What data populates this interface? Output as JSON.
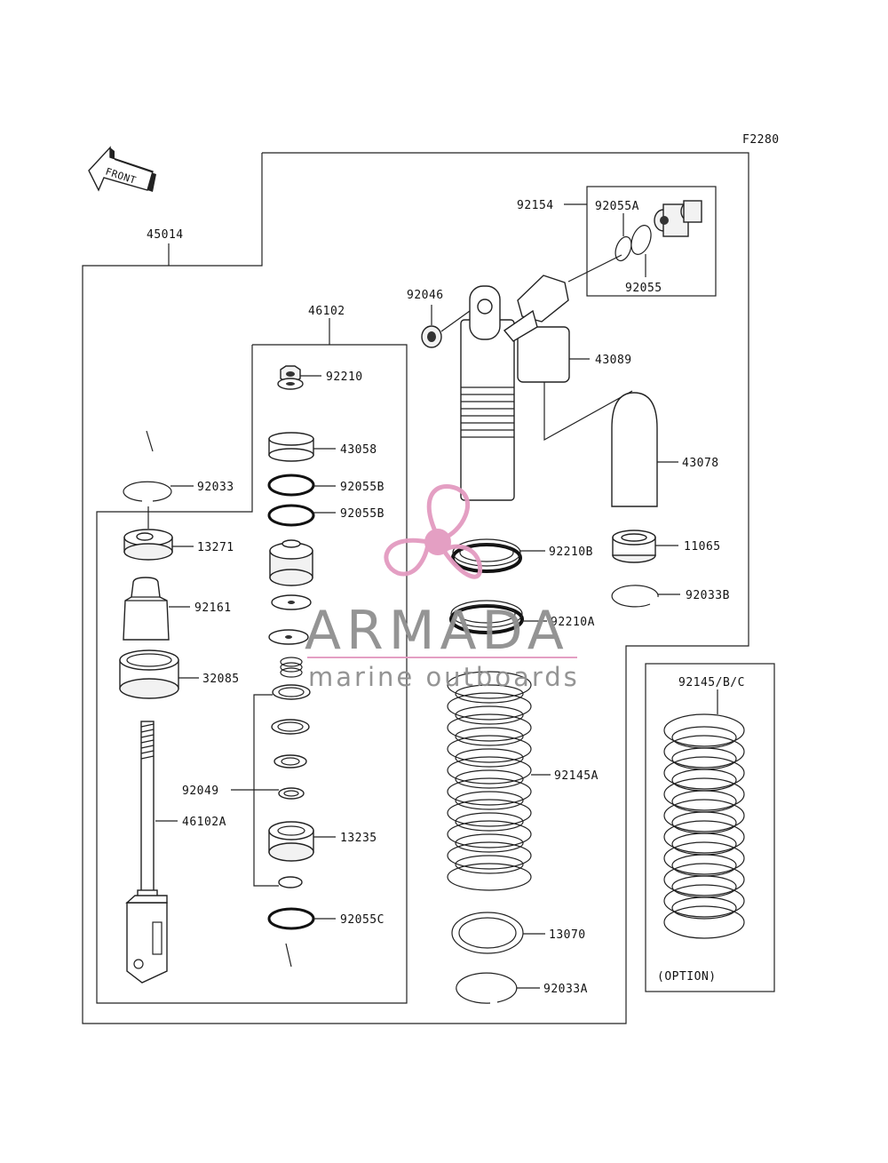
{
  "figure_code": "F2280",
  "front_arrow_text": "FRONT",
  "labels": {
    "l45014": "45014",
    "l46102": "46102",
    "l92210": "92210",
    "l43058": "43058",
    "l92033": "92033",
    "l92055B_1": "92055B",
    "l92055B_2": "92055B",
    "l13271": "13271",
    "l92161": "92161",
    "l32085": "32085",
    "l92049": "92049",
    "l46102A": "46102A",
    "l13235": "13235",
    "l92055C": "92055C",
    "l92154": "92154",
    "l92055A": "92055A",
    "l92055": "92055",
    "l92046": "92046",
    "l43089": "43089",
    "l43078": "43078",
    "l92210B": "92210B",
    "l11065": "11065",
    "l92033B": "92033B",
    "l92210A": "92210A",
    "l92145A": "92145A",
    "l13070": "13070",
    "l92033A": "92033A",
    "l92145BC": "92145/B/C",
    "option": "(OPTION)"
  },
  "watermark": {
    "brand": "ARMADA",
    "tagline": "marine outboards",
    "logo_color": "#e39ac0",
    "text_color": "#8f8f8f"
  }
}
